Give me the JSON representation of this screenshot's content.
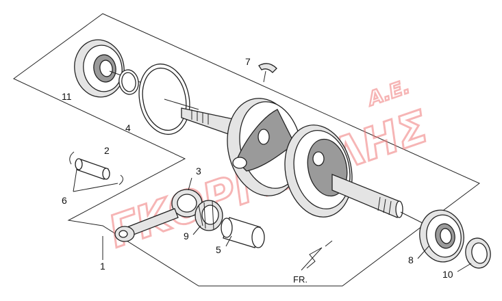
{
  "watermark": {
    "main": "ΓΚΟΡΓΠΟΛΗΣ",
    "suffix": "Α.Ε."
  },
  "direction_label": "FR.",
  "callouts": [
    {
      "id": "1",
      "text": "1"
    },
    {
      "id": "2",
      "text": "2"
    },
    {
      "id": "3",
      "text": "3"
    },
    {
      "id": "4",
      "text": "4"
    },
    {
      "id": "5",
      "text": "5"
    },
    {
      "id": "6",
      "text": "6"
    },
    {
      "id": "7",
      "text": "7"
    },
    {
      "id": "8",
      "text": "8"
    },
    {
      "id": "9",
      "text": "9"
    },
    {
      "id": "10",
      "text": "10"
    },
    {
      "id": "11",
      "text": "11"
    }
  ],
  "colors": {
    "watermark": "#f07a7a",
    "line": "#222222",
    "part_fill": "#e4e4e4"
  }
}
